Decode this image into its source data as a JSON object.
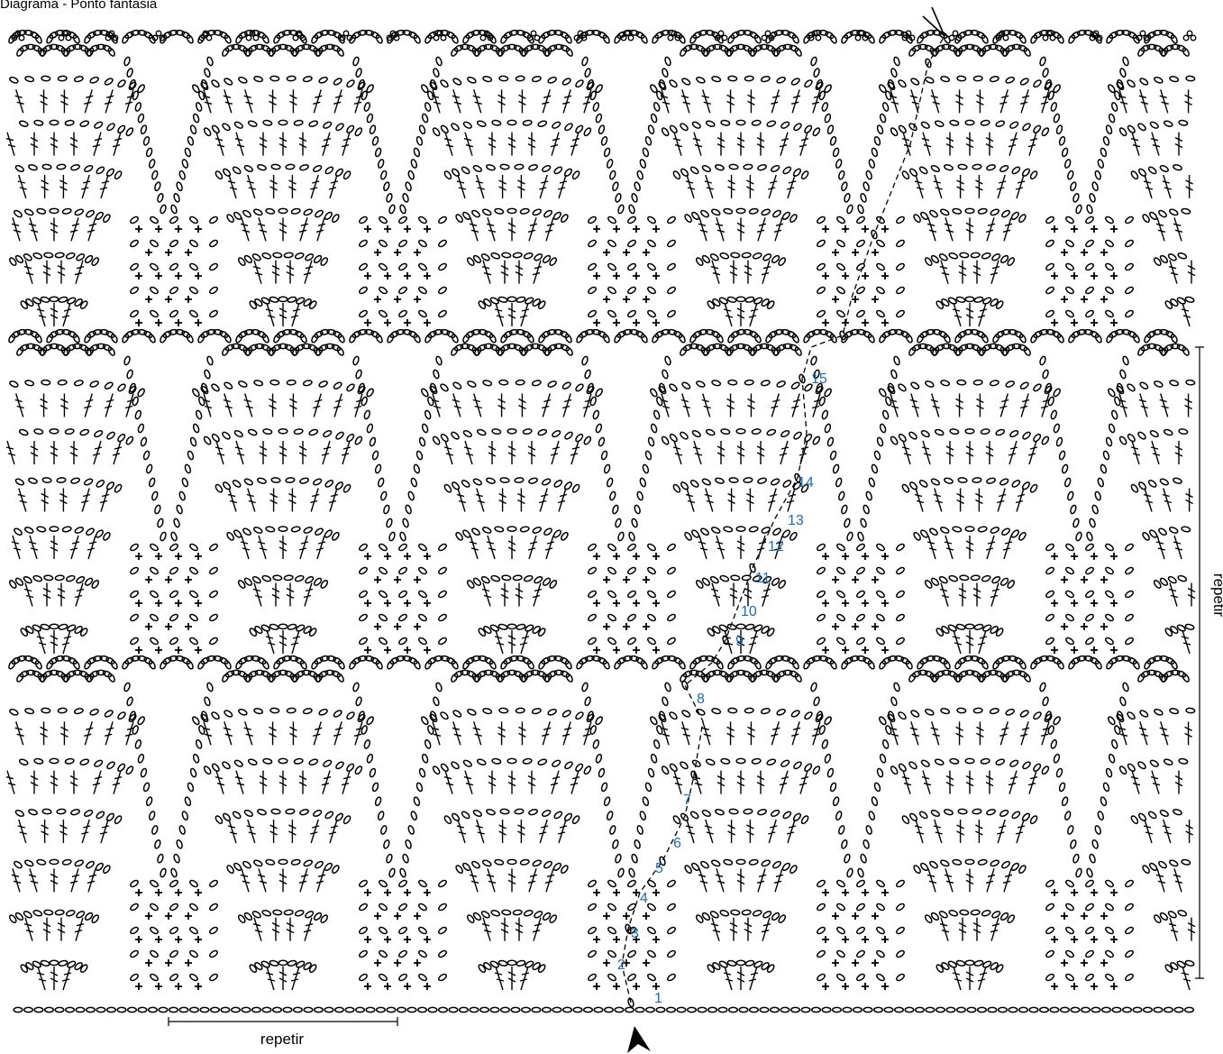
{
  "title": "Diagrama - Ponto fantasia",
  "repeat_label_bottom": "repetir",
  "repeat_label_side": "repetir",
  "row_numbers": [
    "1",
    "2",
    "3",
    "4",
    "5",
    "6",
    "7",
    "8",
    "9",
    "10",
    "11",
    "12",
    "13",
    "14",
    "15"
  ],
  "colors": {
    "ink": "#000000",
    "row_number": "#1a6fb8",
    "background": "#ffffff"
  },
  "symbols": {
    "chain": "oval-chain-icon",
    "single_crochet": "plus-sc-icon",
    "treble": "treble-stitch-icon",
    "slip_stitch": "dot-sl-icon",
    "start": "start-arrow-icon",
    "end": "end-arrow-icon"
  }
}
